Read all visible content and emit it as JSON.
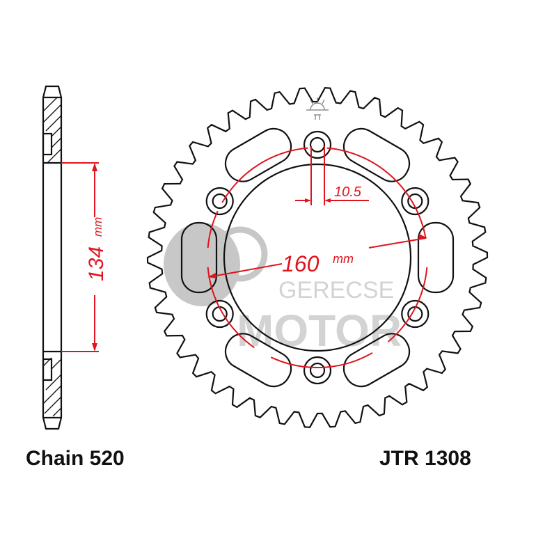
{
  "labels": {
    "chain": "Chain 520",
    "part_number": "JTR 1308"
  },
  "dimensions": {
    "bolt_circle": "160",
    "bolt_circle_unit": "mm",
    "center_bore": "134",
    "center_bore_unit": "mm",
    "bolt_hole": "10.5"
  },
  "watermark": {
    "line1": "GERECSE",
    "line2": "MOTOR"
  },
  "colors": {
    "outline": "#111111",
    "dimension": "#e0141e",
    "watermark": "#b5b5b5"
  }
}
